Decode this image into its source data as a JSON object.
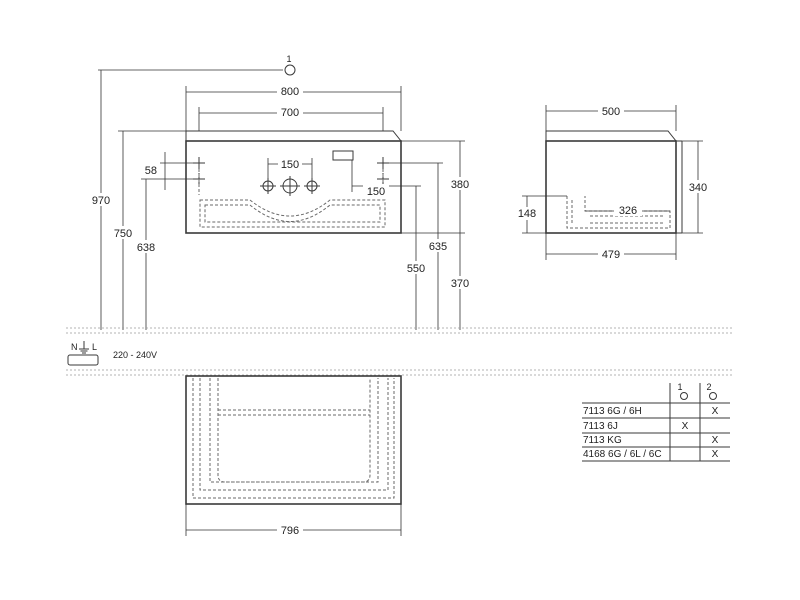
{
  "marker_1": "1",
  "front_view": {
    "dim_width_top": "800",
    "dim_inner": "700",
    "dim_hole_spacing": "150",
    "dim_hole_spacing_2": "150",
    "dim_58": "58",
    "dim_970": "970",
    "dim_750": "750",
    "dim_638": "638",
    "dim_380": "380",
    "dim_635": "635",
    "dim_550": "550",
    "dim_370": "370"
  },
  "side_view": {
    "dim_500": "500",
    "dim_340": "340",
    "dim_148": "148",
    "dim_326": "326",
    "dim_479": "479"
  },
  "electrical": {
    "symbol_n": "N",
    "symbol_l": "L",
    "voltage": "220 - 240V"
  },
  "top_view": {
    "dim_796": "796"
  },
  "table": {
    "col_1": "1",
    "col_2": "2",
    "rows": [
      {
        "code": "7113 6G / 6H",
        "c1": "",
        "c2": "X"
      },
      {
        "code": "7113 6J",
        "c1": "X",
        "c2": ""
      },
      {
        "code": "7113 KG",
        "c1": "",
        "c2": "X"
      },
      {
        "code": "4168 6G / 6L / 6C",
        "c1": "",
        "c2": "X"
      }
    ]
  }
}
